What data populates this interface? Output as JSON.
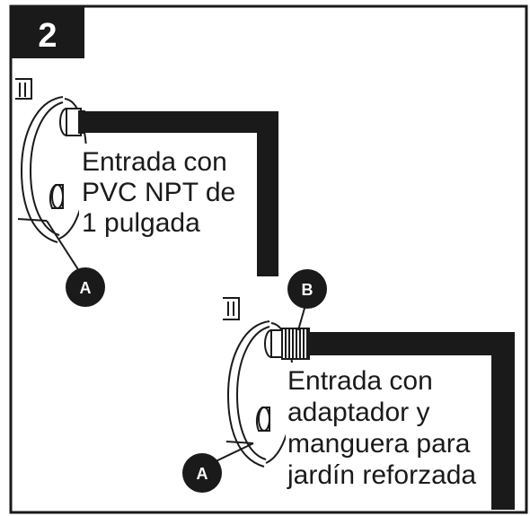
{
  "step": {
    "number": "2"
  },
  "diagram_top": {
    "caption_lines": [
      "Entrada con",
      "PVC NPT de",
      "1 pulgada"
    ],
    "callout_label": "A"
  },
  "diagram_bottom": {
    "caption_lines": [
      "Entrada con",
      "adaptador y",
      "manguera para",
      "jardín reforzada"
    ],
    "callout_label_b": "B",
    "callout_label_a": "A"
  },
  "colors": {
    "frame": "#1a1a1a",
    "pipe": "#1a1a1a",
    "line": "#1a1a1a",
    "background": "#ffffff"
  }
}
